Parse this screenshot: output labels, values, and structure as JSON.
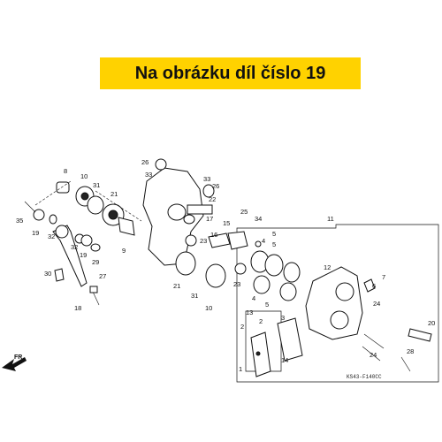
{
  "banner": {
    "text": "Na obrázku díl číslo 19",
    "color": "#ffd200"
  },
  "diagram": {
    "code": "KS43-F140CC",
    "direction_label": "FR.",
    "callouts": [
      "1",
      "2",
      "3",
      "4",
      "5",
      "6",
      "7",
      "8",
      "9",
      "10",
      "11",
      "12",
      "13",
      "14",
      "15",
      "16",
      "17",
      "18",
      "19",
      "20",
      "21",
      "22",
      "23",
      "24",
      "25",
      "26",
      "27",
      "28",
      "29",
      "30",
      "31",
      "32",
      "33",
      "34",
      "35"
    ]
  }
}
